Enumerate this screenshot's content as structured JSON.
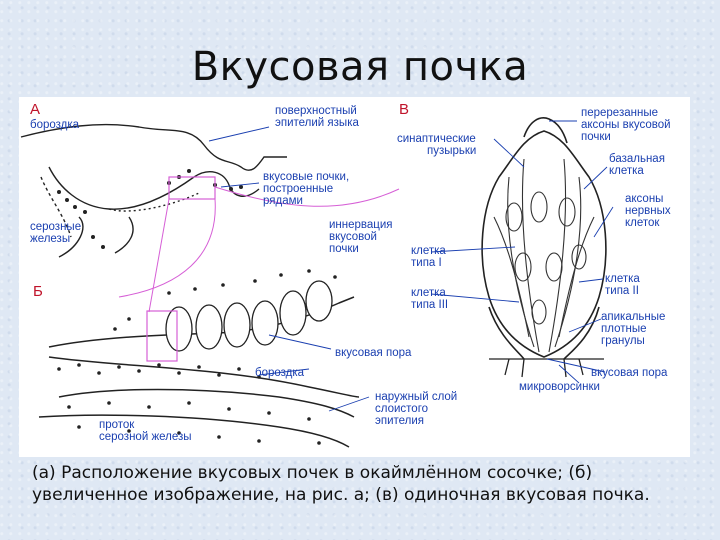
{
  "title": "Вкусовая почка",
  "panel_letters": {
    "a": "А",
    "b": "Б",
    "v": "В"
  },
  "labels": {
    "groove_a": "бороздка",
    "surface_epithelium": [
      "поверхностный",
      "эпителий языка"
    ],
    "taste_buds_rows": [
      "вкусовые почки,",
      "построенные",
      "рядами"
    ],
    "serous_glands": [
      "серозные",
      "железы"
    ],
    "innervation": [
      "иннервация",
      "вкусовой",
      "почки"
    ],
    "taste_pore_b": "вкусовая пора",
    "groove_b": "бороздка",
    "outer_layer": [
      "наружный слой",
      "слоистого",
      "эпителия"
    ],
    "duct": [
      "проток",
      "серозной железы"
    ],
    "synaptic_vesicles": [
      "синаптические",
      "пузырьки"
    ],
    "cut_axons": [
      "перерезанные",
      "аксоны вкусовой",
      "почки"
    ],
    "basal_cell": [
      "базальная",
      "клетка"
    ],
    "nerve_axons": [
      "аксоны",
      "нервных",
      "клеток"
    ],
    "cell_type_1": [
      "клетка",
      "типа I"
    ],
    "cell_type_3": [
      "клетка",
      "типа III"
    ],
    "cell_type_2": [
      "клетка",
      "типа II"
    ],
    "apical_granules": [
      "апикальные",
      "плотные",
      "гранулы"
    ],
    "taste_pore_v": "вкусовая пора",
    "microvilli": "микроворсинки"
  },
  "caption": [
    "(а) Расположение вкусовых почек в окаймлённом сосочке; (б)",
    "увеличенное изображение, на рис. а; (в) одиночная вкусовая почка."
  ],
  "colors": {
    "label_text": "#1a3fb0",
    "letters": "#c0132a",
    "highlight": "#d65fd6"
  }
}
